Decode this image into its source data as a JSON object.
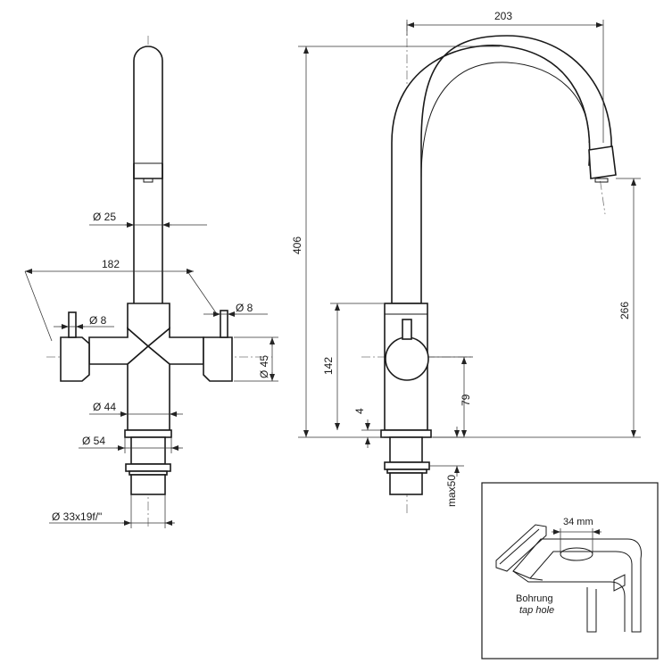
{
  "front_view": {
    "dia_spout": "Ø 25",
    "width": "182",
    "dia_lever_left": "Ø 8",
    "dia_lever_right": "Ø 8",
    "dia_body": "Ø 45",
    "dia_column": "Ø 44",
    "dia_base": "Ø 54",
    "thread": "Ø 33x19f/\""
  },
  "side_view": {
    "reach": "203",
    "height_total": "406",
    "height_outlet": "266",
    "height_body": "142",
    "height_lever": "79",
    "base_plate": "4",
    "max_thickness": "max50"
  },
  "inset": {
    "hole_width": "34 mm",
    "label_de": "Bohrung",
    "label_en": "tap hole"
  }
}
